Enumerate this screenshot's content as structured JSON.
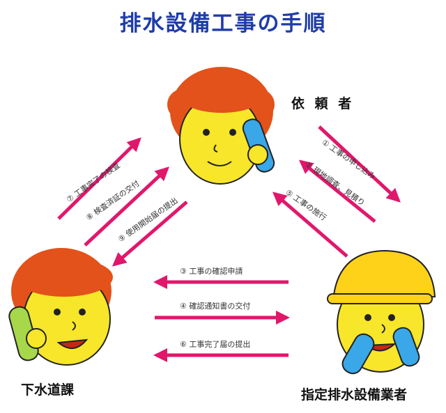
{
  "title": "排水設備工事の手順",
  "roles": {
    "client": "依 頼 者",
    "sewer_division": "下水道課",
    "contractor": "指定排水設備業者"
  },
  "steps": {
    "s1": "① 工事の申し込み",
    "s2": "② 現地調査、見積り",
    "s3": "③ 工事の確認申請",
    "s4": "④ 確認通知書の交付",
    "s5": "⑤ 工事の施行",
    "s6": "⑥ 工事完了届の提出",
    "s7": "⑦ 工事完了の検査",
    "s8": "⑧ 検査済証の交付",
    "s9": "⑨ 使用開始届の提出"
  },
  "colors": {
    "title": "#1f3ca8",
    "arrow": "#e0186c",
    "skin": "#f7e62a",
    "hair": "#e2521a",
    "helmet": "#ffd21a",
    "phone": "#3aa7e8",
    "sewer_phone": "#a6d84a"
  }
}
